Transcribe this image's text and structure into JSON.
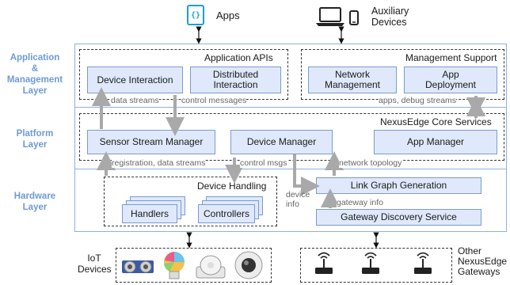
{
  "top": {
    "apps": "Apps",
    "auxiliary_line1": "Auxiliary",
    "auxiliary_line2": "Devices"
  },
  "layers": {
    "application_line1": "Application",
    "application_line2": "&",
    "application_line3": "Management",
    "application_line4": "Layer",
    "platform_line1": "Platform",
    "platform_line2": "Layer",
    "hardware_line1": "Hardware",
    "hardware_line2": "Layer"
  },
  "app_apis": {
    "title": "Application APIs",
    "device_interaction": "Device Interaction",
    "distributed_line1": "Distributed",
    "distributed_line2": "Interaction"
  },
  "mgmt": {
    "title": "Management Support",
    "network_line1": "Network",
    "network_line2": "Management",
    "app_line1": "App",
    "app_line2": "Deployment"
  },
  "flows_upper": {
    "data_streams": "data streams",
    "control_messages": "control messages",
    "apps_debug": "apps, debug streams"
  },
  "core": {
    "title": "NexusEdge Core Services",
    "sensor_stream_manager": "Sensor Stream Manager",
    "device_manager": "Device Manager",
    "app_manager": "App Manager"
  },
  "flows_lower": {
    "registration": "registration, data streams",
    "control_msgs": "control msgs",
    "network_topology": "network topology"
  },
  "hardware": {
    "device_handling": "Device Handling",
    "handlers": "Handlers",
    "controllers": "Controllers",
    "device_info_line1": "device",
    "device_info_line2": "info",
    "link_graph": "Link Graph Generation",
    "gateway_info": "gateway info",
    "gateway_discovery": "Gateway Discovery Service"
  },
  "bottom": {
    "iot_line1": "IoT",
    "iot_line2": "Devices",
    "other_line1": "Other",
    "other_line2": "NexusEdge",
    "other_line3": "Gateways"
  },
  "colors": {
    "layer_label": "#6f9ad6",
    "band_border": "#8fb0e0",
    "box_fill": "#dfe9fb",
    "arrow": "#a9a9a9"
  }
}
